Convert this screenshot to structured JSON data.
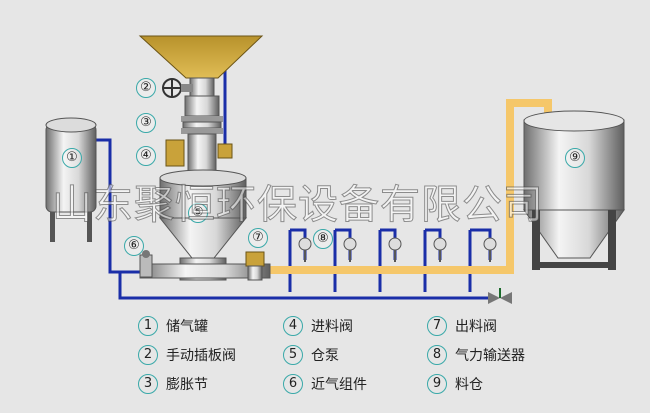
{
  "watermark": "山东聚恒环保设备有限公司",
  "callouts": [
    "①",
    "②",
    "③",
    "④",
    "⑤",
    "⑥",
    "⑦",
    "⑧",
    "⑨"
  ],
  "legend": [
    {
      "num": "1",
      "label": "储气罐"
    },
    {
      "num": "2",
      "label": "手动插板阀"
    },
    {
      "num": "3",
      "label": "膨胀节"
    },
    {
      "num": "4",
      "label": "进料阀"
    },
    {
      "num": "5",
      "label": "仓泵"
    },
    {
      "num": "6",
      "label": "近气组件"
    },
    {
      "num": "7",
      "label": "出料阀"
    },
    {
      "num": "8",
      "label": "气力输送器"
    },
    {
      "num": "9",
      "label": "料仓"
    }
  ],
  "colors": {
    "air_line": "#1a2ea8",
    "material_line": "#f5c76a",
    "hopper": "#c9a23a",
    "vessel_light": "#f2f2f2",
    "vessel_dark": "#7a7a7a"
  }
}
